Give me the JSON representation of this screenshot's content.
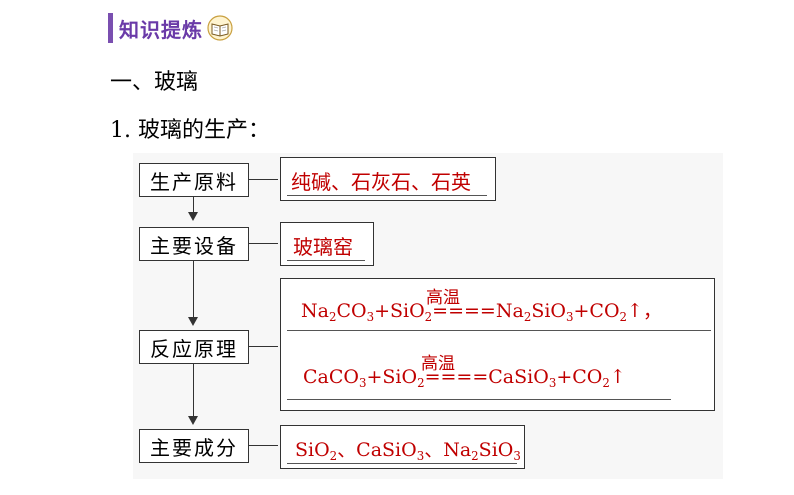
{
  "header": {
    "title": "知识提炼",
    "icon": "book-icon"
  },
  "section_heading": "一、玻璃",
  "sub_heading": "1. 玻璃的生产：",
  "flow": {
    "raw_materials": {
      "label": "生产原料",
      "value": "纯碱、石灰石、石英"
    },
    "equipment": {
      "label": "主要设备",
      "value": "玻璃窑"
    },
    "principle": {
      "label": "反应原理",
      "condition": "高温",
      "eq1": {
        "lhs": [
          "Na",
          "2",
          "CO",
          "3",
          "+SiO",
          "2"
        ],
        "rhs": [
          "Na",
          "2",
          "SiO",
          "3",
          "+CO",
          "2"
        ],
        "tail": "↑，"
      },
      "eq2": {
        "lhs": [
          "CaCO",
          "3",
          "+SiO",
          "2"
        ],
        "rhs": [
          "CaSiO",
          "3",
          "+CO",
          "2"
        ],
        "tail": "↑"
      }
    },
    "components": {
      "label": "主要成分",
      "value": [
        "SiO",
        "2",
        "、CaSiO",
        "3",
        "、Na",
        "2",
        "SiO",
        "3"
      ]
    }
  },
  "colors": {
    "answer": "#c00000",
    "header": "#6a3aa8"
  }
}
